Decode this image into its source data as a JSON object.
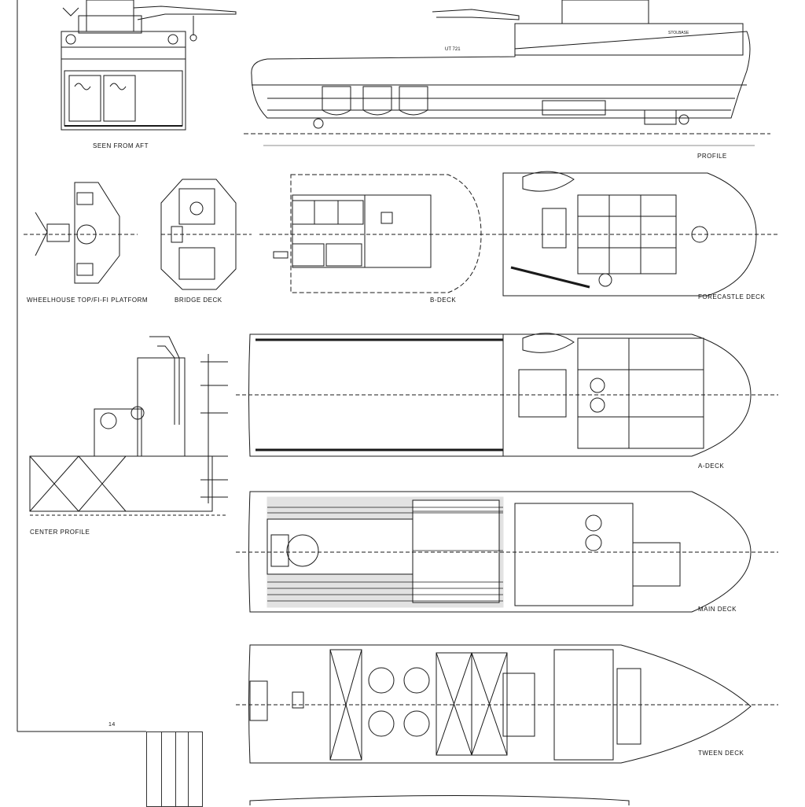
{
  "drawing": {
    "views": {
      "seen_from_aft": "SEEN FROM AFT",
      "profile": "PROFILE",
      "wheelhouse_top": "WHEELHOUSE TOP/FI-FI PLATFORM",
      "bridge_deck": "BRIDGE DECK",
      "b_deck": "B-DECK",
      "forecastle_deck": "FORECASTLE DECK",
      "center_profile": "CENTER PROFILE",
      "a_deck": "A-DECK",
      "main_deck": "MAIN DECK",
      "tween_deck": "TWEEN DECK"
    },
    "hull_markings": {
      "hull_number": "UT 721",
      "vessel_name": "STOLBASE"
    },
    "sheet_marker": "14",
    "colors": {
      "line": "#1a1a1a",
      "paper": "#ffffff",
      "hatch": "#333333"
    }
  }
}
